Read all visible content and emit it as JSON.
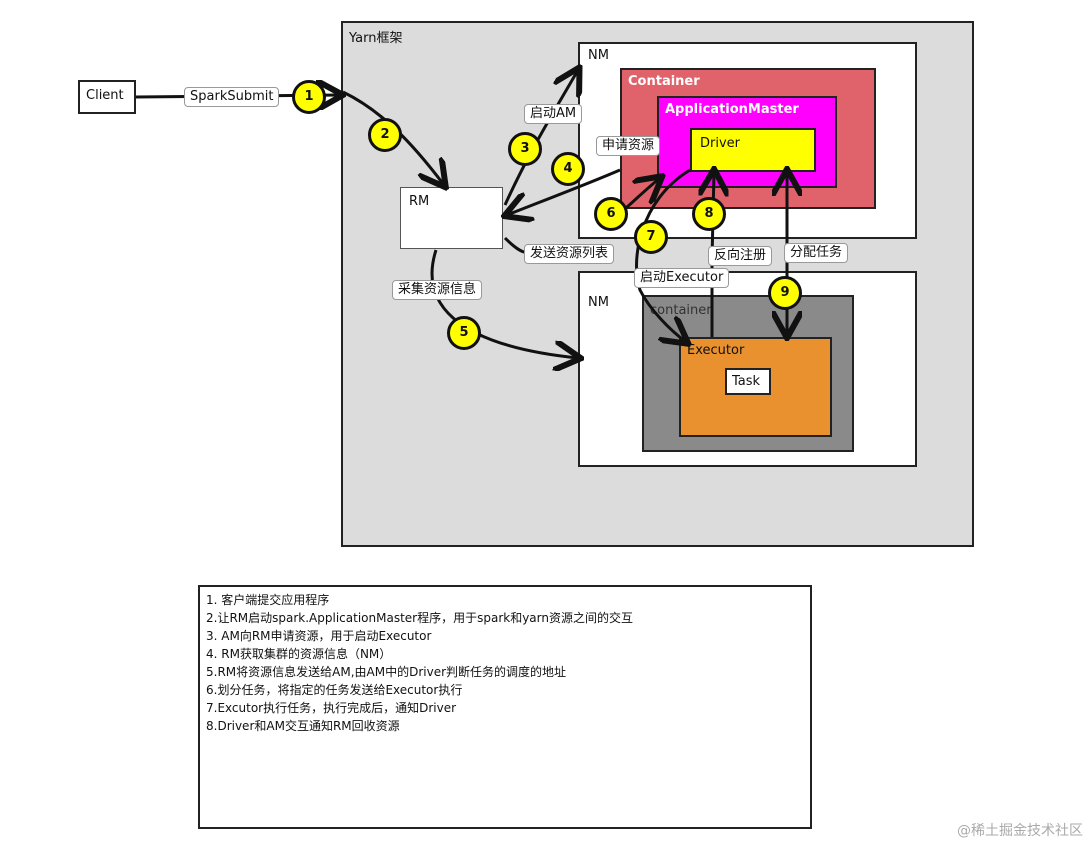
{
  "diagram": {
    "client": "Client",
    "spark_submit": "SparkSubmit",
    "yarn_frame": "Yarn框架",
    "rm": "RM",
    "nm_top": "NM",
    "nm_bottom": "NM",
    "container_top": "Container",
    "application_master": "ApplicationMaster",
    "driver": "Driver",
    "container_bottom": "container",
    "executor": "Executor",
    "task": "Task",
    "edge_labels": {
      "start_am": "启动AM",
      "request_resource": "申请资源",
      "send_resource_list": "发送资源列表",
      "collect_resource_info": "采集资源信息",
      "start_executor": "启动Executor",
      "reverse_register": "反向注册",
      "assign_task": "分配任务"
    },
    "steps": [
      "1",
      "2",
      "3",
      "4",
      "5",
      "6",
      "7",
      "8",
      "9"
    ],
    "colors": {
      "yarn_bg": "#dcdcdc",
      "container_top": "#e0636b",
      "application_master": "#ff00ff",
      "driver": "#ffff00",
      "container_bottom": "#8a8a8a",
      "executor": "#e8912e",
      "step_circle": "#ffff00"
    }
  },
  "notes": [
    "1. 客户端提交应用程序",
    "2.让RM启动spark.ApplicationMaster程序，用于spark和yarn资源之间的交互",
    "3. AM向RM申请资源，用于启动Executor",
    "4. RM获取集群的资源信息（NM）",
    "5.RM将资源信息发送给AM,由AM中的Driver判断任务的调度的地址",
    "6.划分任务，将指定的任务发送给Executor执行",
    "7.Excutor执行任务，执行完成后，通知Driver",
    "8.Driver和AM交互通知RM回收资源"
  ],
  "watermark": "@稀土掘金技术社区"
}
